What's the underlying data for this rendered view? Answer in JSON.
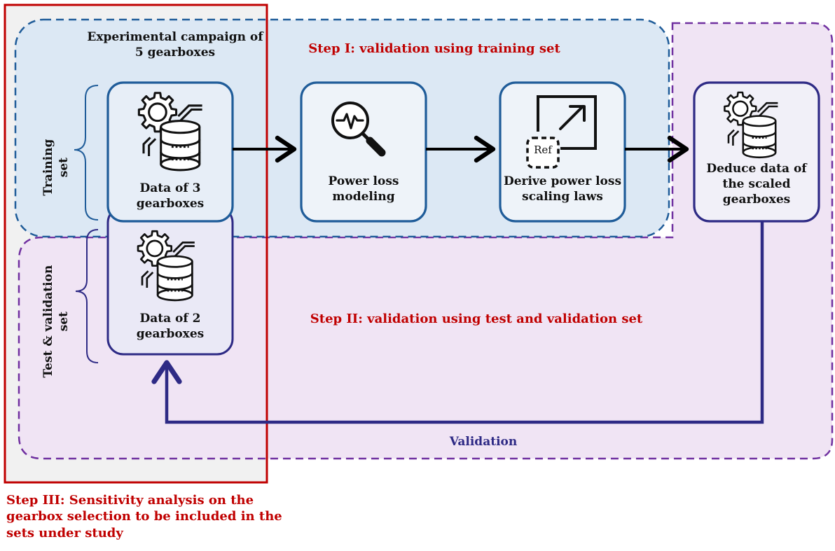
{
  "colors": {
    "step1_border": "#1f5c99",
    "step1_fill": "#dce8f4",
    "step2_border": "#7030a0",
    "step2_fill": "#f0e4f4",
    "step3_border": "#c00000",
    "step3_fill": "#f1f1f1",
    "dark_blue": "#2e2a85",
    "title_red": "#c00000"
  },
  "experimental_campaign": "Experimental campaign of 5 gearboxes",
  "step1_title": "Step I: validation using training set",
  "step2_title": "Step II: validation using test and validation set",
  "step3_title": "Step III: Sensitivity analysis on the gearbox selection to be included in the sets under study",
  "training_set_label": "Training set",
  "test_validation_set_label": "Test & validation set",
  "boxes": {
    "data3": "Data of 3 gearboxes",
    "data2": "Data of 2 gearboxes",
    "power_loss": "Power loss modeling",
    "scaling_laws": "Derive power loss scaling laws",
    "deduce": "Deduce data of the scaled gearboxes"
  },
  "ref_label": "Ref",
  "validation_label": "Validation",
  "icons": [
    "gear-database-icon",
    "magnifier-pulse-icon",
    "scale-up-ref-icon"
  ]
}
